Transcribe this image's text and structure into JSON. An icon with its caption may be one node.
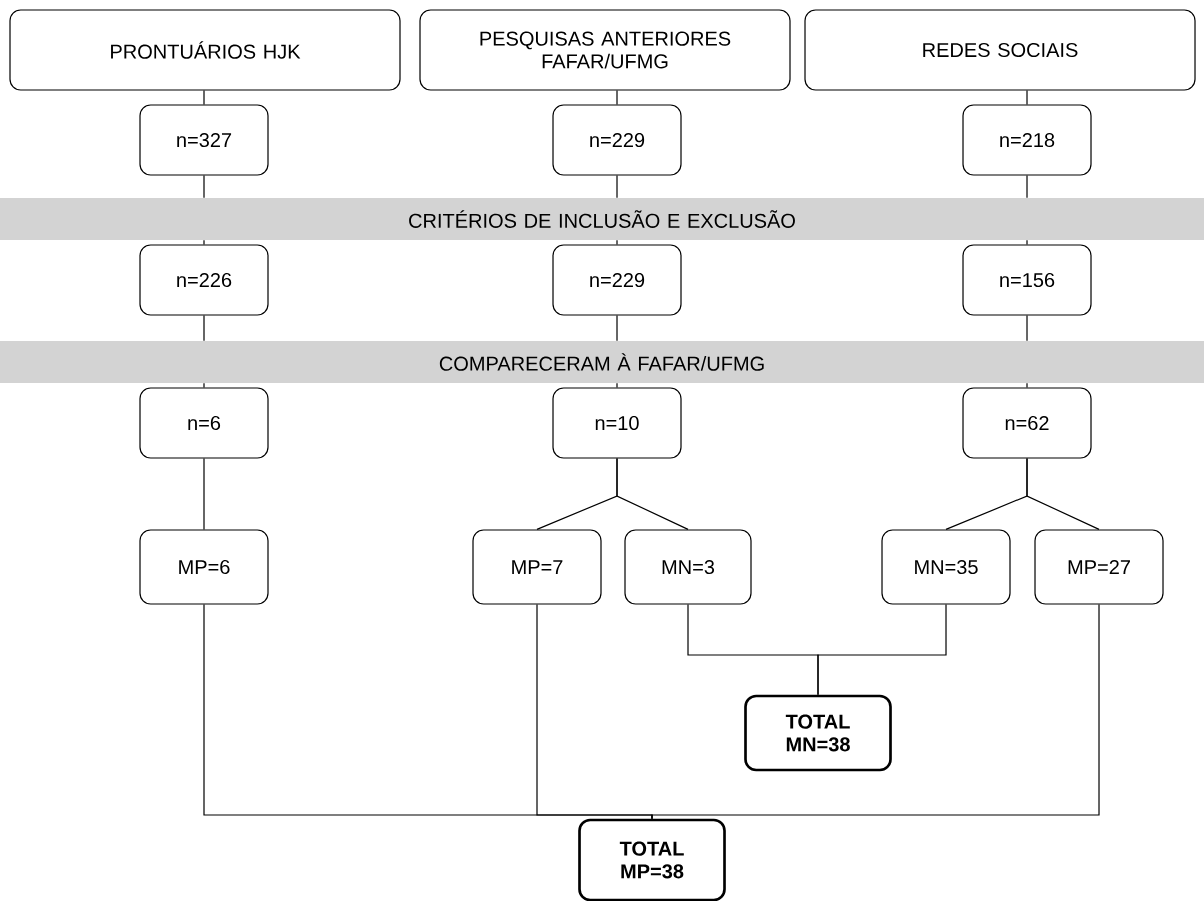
{
  "diagram": {
    "nodes": [
      {
        "text": [
          "PRONTUÁRIOS HJK"
        ]
      },
      {
        "text": [
          "PESQUISAS ANTERIORES FAFAR/UFMG"
        ]
      },
      {
        "text": [
          "REDES SOCIAIS"
        ]
      },
      {
        "text": [
          "n=327"
        ]
      },
      {
        "text": [
          "n=229"
        ]
      },
      {
        "text": [
          "n=218"
        ]
      },
      {
        "text": [
          "CRITÉRIOS DE INCLUSÃO E EXCLUSÃO"
        ]
      },
      {
        "text": [
          "n=226"
        ]
      },
      {
        "text": [
          "n=229"
        ]
      },
      {
        "text": [
          "n=156"
        ]
      },
      {
        "text": [
          "COMPARECERAM À FAFAR/UFMG"
        ]
      },
      {
        "text": [
          "n=6"
        ]
      },
      {
        "text": [
          "n=10"
        ]
      },
      {
        "text": [
          "n=62"
        ]
      },
      {
        "text": [
          "MP=6"
        ]
      },
      {
        "text": [
          "MP=7"
        ]
      },
      {
        "text": [
          "MN=3"
        ]
      },
      {
        "text": [
          "MN=35"
        ]
      },
      {
        "text": [
          "MP=27"
        ]
      },
      {
        "text": [
          "TOTAL MN=38"
        ]
      },
      {
        "text": [
          "TOTAL MP=38"
        ]
      }
    ],
    "edges": [
      {
        "from": 0,
        "to": 3,
        "arrow": "none"
      },
      {
        "from": 1,
        "to": 4,
        "arrow": "none"
      },
      {
        "from": 2,
        "to": 5,
        "arrow": "none"
      },
      {
        "from": 3,
        "to": 6,
        "arrow": "none"
      },
      {
        "from": 4,
        "to": 6,
        "arrow": "none"
      },
      {
        "from": 5,
        "to": 6,
        "arrow": "none"
      },
      {
        "from": 6,
        "to": 7,
        "arrow": "none"
      },
      {
        "from": 6,
        "to": 8,
        "arrow": "none"
      },
      {
        "from": 6,
        "to": 9,
        "arrow": "none"
      },
      {
        "from": 7,
        "to": 10,
        "arrow": "none"
      },
      {
        "from": 8,
        "to": 10,
        "arrow": "none"
      },
      {
        "from": 9,
        "to": 10,
        "arrow": "none"
      },
      {
        "from": 10,
        "to": 11,
        "arrow": "none"
      },
      {
        "from": 10,
        "to": 12,
        "arrow": "none"
      },
      {
        "from": 10,
        "to": 13,
        "arrow": "none"
      },
      {
        "from": 11,
        "to": 14,
        "arrow": "none"
      },
      {
        "from": 12,
        "to": 15,
        "arrow": "none"
      },
      {
        "from": 12,
        "to": 16,
        "arrow": "none"
      },
      {
        "from": 13,
        "to": 17,
        "arrow": "none"
      },
      {
        "from": 13,
        "to": 18,
        "arrow": "none"
      },
      {
        "from": 16,
        "to": 19,
        "arrow": "none"
      },
      {
        "from": 17,
        "to": 19,
        "arrow": "none"
      },
      {
        "from": 14,
        "to": 20,
        "arrow": "none"
      },
      {
        "from": 15,
        "to": 20,
        "arrow": "none"
      },
      {
        "from": 18,
        "to": 20,
        "arrow": "none"
      }
    ]
  }
}
